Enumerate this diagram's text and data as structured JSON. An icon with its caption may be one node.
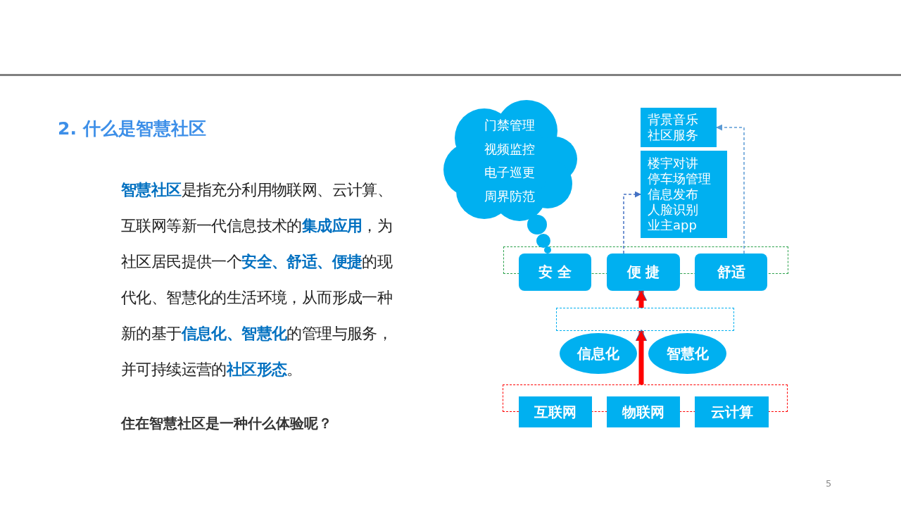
{
  "diagram": {
    "title": "2. 什么是智慧社区",
    "nodes": [
      {
        "text": [
          "门禁管理",
          "视频监控",
          "电子巡更",
          "周界防范"
        ]
      },
      {
        "text": [
          "背景音乐",
          "社区服务"
        ]
      },
      {
        "text": [
          "楼宇对讲",
          "停车场管理",
          "信息发布",
          "人脸识别",
          "业主app"
        ]
      },
      {
        "text": [],
        "shape": "box"
      },
      {
        "text": [
          "安 全"
        ]
      },
      {
        "text": [
          "便 捷"
        ]
      },
      {
        "text": [
          "舒适"
        ]
      },
      {
        "text": [],
        "shape": "box"
      },
      {
        "text": [
          "信息化"
        ]
      },
      {
        "text": [
          "智慧化"
        ]
      },
      {
        "text": [],
        "shape": "box"
      },
      {
        "text": [
          "互联网"
        ]
      },
      {
        "text": [
          "物联网"
        ]
      },
      {
        "text": [
          "云计算"
        ]
      }
    ],
    "edges": [
      {
        "from": 5,
        "to": 2,
        "arrow": "to",
        "style": "dashed",
        "color": "#4472c4"
      },
      {
        "from": 6,
        "to": 1,
        "arrow": "to",
        "style": "dashed",
        "color": "#5b9bd5"
      },
      {
        "from": 7,
        "to": 5,
        "arrow": "to",
        "style": "thick",
        "color": "#ff0000"
      },
      {
        "from": 10,
        "to": 7,
        "arrow": "to",
        "style": "thick",
        "color": "#ff0000"
      }
    ],
    "labels": [
      "**智慧社区**是指充分利用物联网、云计算、互联网等新一代信息技术的**集成应用**，为社区居民提供一个**安全、舒适、便捷**的现代化、智慧化的生活环境，从而形成一种新的基于**信息化、智慧化**的管理与服务，并可持续运营的**社区形态**。",
      "住在智慧社区是一种什么体验呢？",
      "5"
    ]
  }
}
